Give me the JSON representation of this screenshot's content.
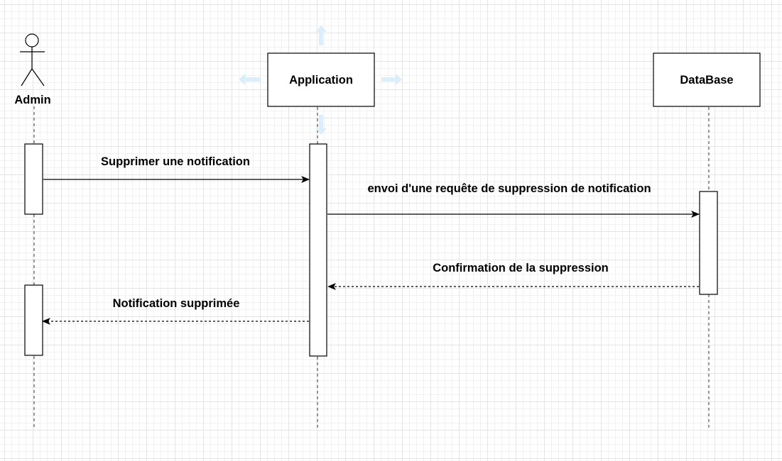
{
  "participants": {
    "admin": {
      "label": "Admin"
    },
    "application": {
      "label": "Application"
    },
    "database": {
      "label": "DataBase"
    }
  },
  "messages": [
    {
      "label": "Supprimer une notification",
      "from": "Admin",
      "to": "Application",
      "style": "solid"
    },
    {
      "label": "envoi d'une requête de suppression de notification",
      "from": "Application",
      "to": "DataBase",
      "style": "solid"
    },
    {
      "label": "Confirmation de la suppression",
      "from": "DataBase",
      "to": "Application",
      "style": "dashed"
    },
    {
      "label": "Notification supprimée",
      "from": "Application",
      "to": "Admin",
      "style": "dashed"
    }
  ],
  "colors": {
    "stroke": "#000000",
    "lifeline": "#333333",
    "selection_handle": "#dbeefb",
    "grid": "#e4e4e4"
  },
  "icons": {
    "selection_handles": "arrow-icon"
  }
}
